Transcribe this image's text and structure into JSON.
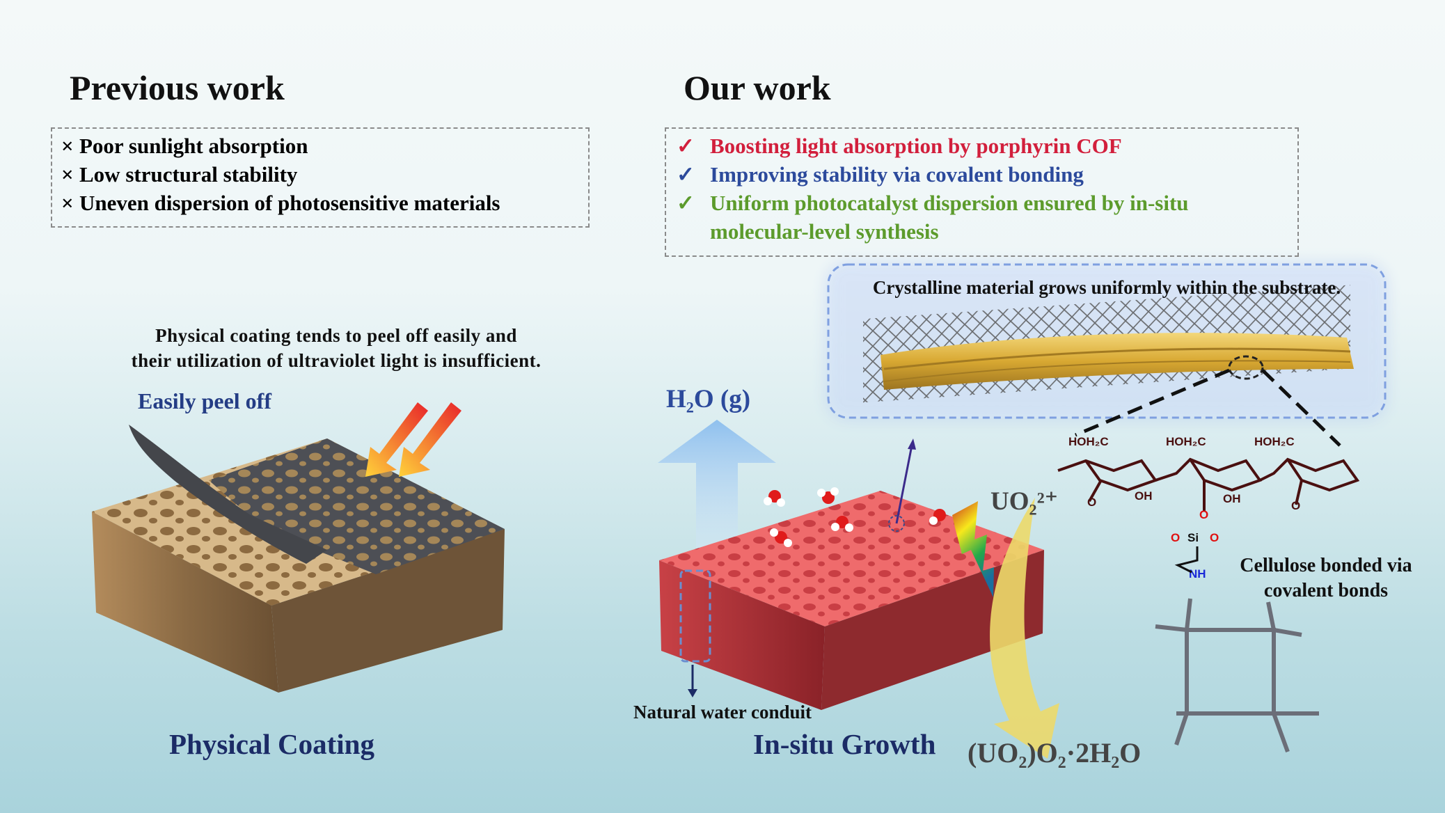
{
  "previous": {
    "title": "Previous work",
    "items": [
      {
        "mark": "×",
        "text": "Poor sunlight absorption"
      },
      {
        "mark": "×",
        "text": "Low structural stability"
      },
      {
        "mark": "×",
        "text": "Uneven dispersion of photosensitive materials"
      }
    ],
    "caption_line1": "Physical coating tends to peel off easily and",
    "caption_line2": "their utilization of ultraviolet light is insufficient.",
    "peel_label": "Easily peel off",
    "bottom_label": "Physical Coating"
  },
  "ours": {
    "title": "Our work",
    "items": [
      {
        "mark": "✓",
        "text": "Boosting light absorption by porphyrin COF",
        "color": "#d21f3c"
      },
      {
        "mark": "✓",
        "text": "Improving stability via covalent bonding",
        "color": "#2c4a9c"
      },
      {
        "mark": "✓",
        "text": "Uniform photocatalyst dispersion ensured by in-situ",
        "color": "#5c9b2c"
      }
    ],
    "item3_line2": "molecular-level synthesis",
    "crystal_caption": "Crystalline material grows uniformly within the substrate.",
    "vapor_label": "H₂O (g)",
    "uranyl_label": "UO₂²⁺",
    "product_label": "(UO₂)O₂·2H₂O",
    "conduit_label": "Natural water conduit",
    "bottom_label": "In-situ Growth",
    "cellulose_line1": "Cellulose bonded via",
    "cellulose_line2": "covalent bonds",
    "chem": {
      "hoh2c": "HOH₂C",
      "oh": "OH",
      "o": "O",
      "si": "Si",
      "nh": "NH"
    }
  },
  "colors": {
    "red": "#d21f3c",
    "blue": "#2c4a9c",
    "green": "#5c9b2c",
    "navy": "#1b2b66",
    "wood": "#b89466",
    "block_red": "#d9474c"
  }
}
